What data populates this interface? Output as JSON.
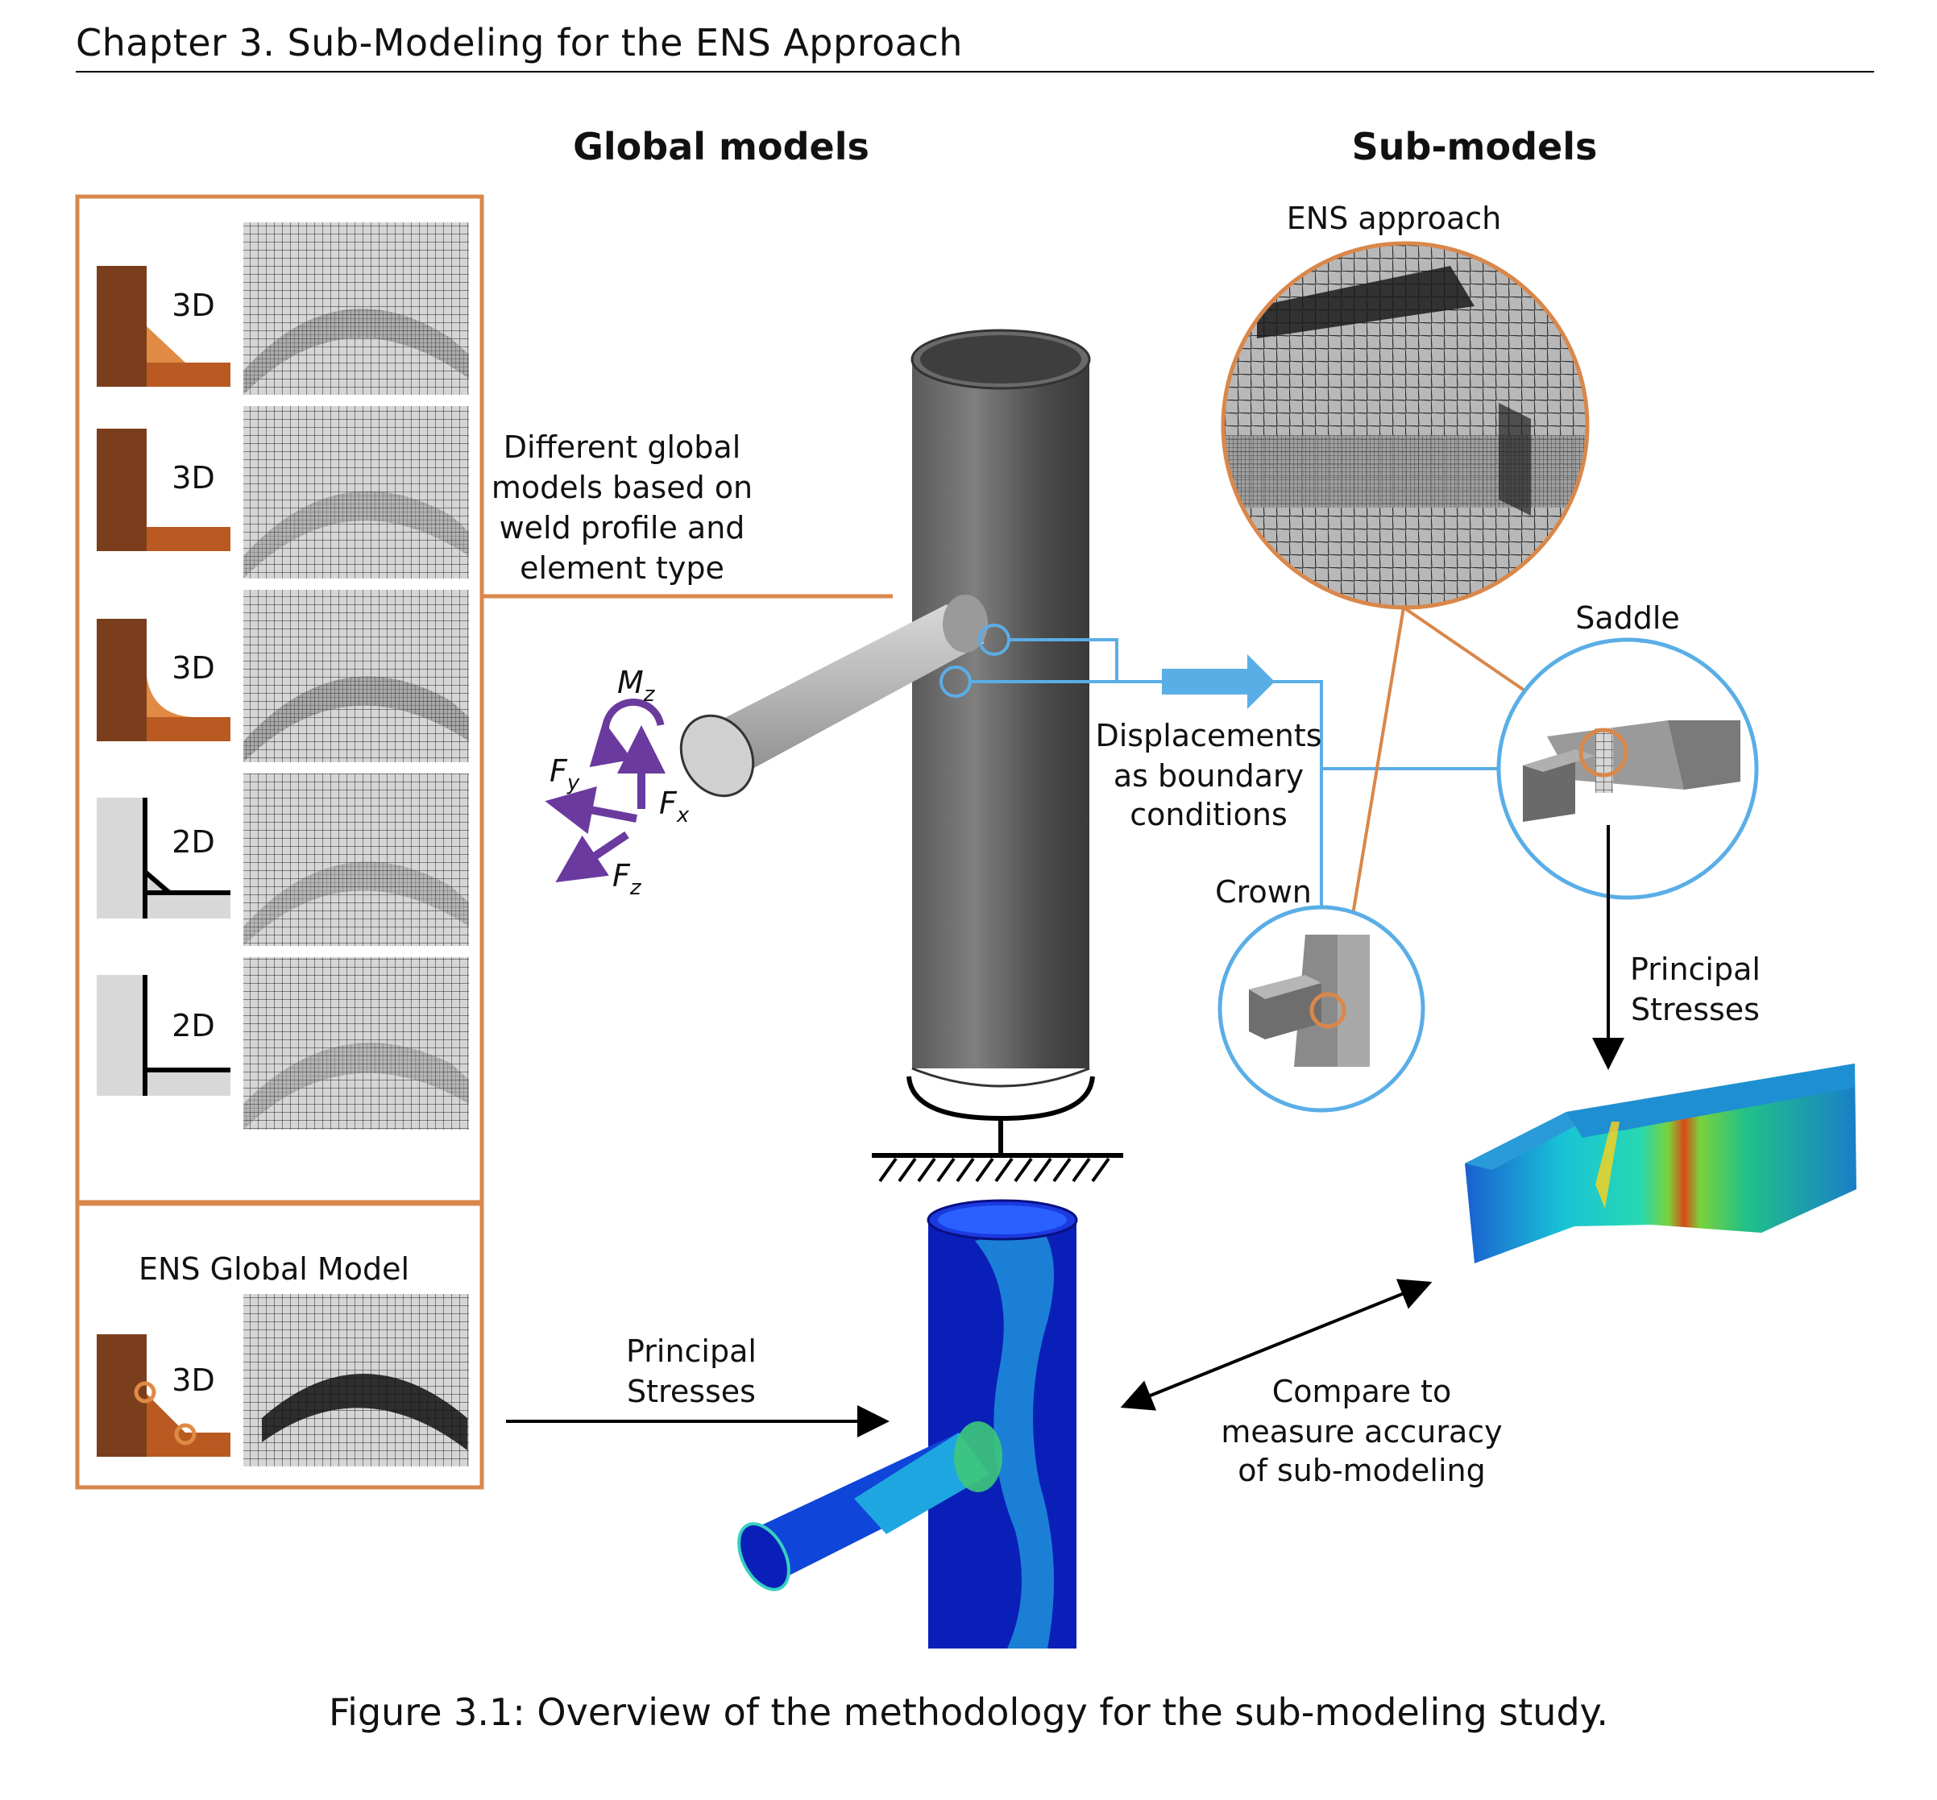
{
  "running_head": "Chapter 3.  Sub-Modeling for the ENS Approach",
  "figure": {
    "heading_global": "Global models",
    "heading_sub": "Sub-models",
    "left_panel": {
      "rows": [
        {
          "dim": "3D",
          "profile": "sloped-weld"
        },
        {
          "dim": "3D",
          "profile": "no-weld"
        },
        {
          "dim": "3D",
          "profile": "concave-weld"
        },
        {
          "dim": "2D",
          "profile": "sloped-weld-shell"
        },
        {
          "dim": "2D",
          "profile": "no-weld-shell"
        }
      ],
      "ens_title": "ENS Global Model",
      "ens_dim": "3D"
    },
    "annotation_global": [
      "Different global",
      "models based on",
      "weld profile and",
      "element type"
    ],
    "loads": {
      "mz": "M",
      "mz_sub": "z",
      "fy": "F",
      "fy_sub": "y",
      "fx": "F",
      "fx_sub": "x",
      "fz": "F",
      "fz_sub": "z"
    },
    "ens_approach_label": "ENS approach",
    "saddle_label": "Saddle",
    "crown_label": "Crown",
    "displacements_label": [
      "Displacements",
      "as boundary",
      "conditions"
    ],
    "principal_stresses_right": [
      "Principal",
      "Stresses"
    ],
    "principal_stresses_left": [
      "Principal",
      "Stresses"
    ],
    "compare_label": [
      "Compare to",
      "measure accuracy",
      "of sub-modeling"
    ],
    "colors": {
      "orange_frame": "#d9874a",
      "blue_line": "#5aaee6",
      "purple_arrow": "#6a3a9e",
      "weld_dark": "#7a3e1c",
      "weld_light": "#e08a44",
      "steel_gray": "#7a7a7a",
      "fea_blue": "#0a1fb8"
    }
  },
  "caption": "Figure 3.1: Overview of the methodology for the sub-modeling study."
}
